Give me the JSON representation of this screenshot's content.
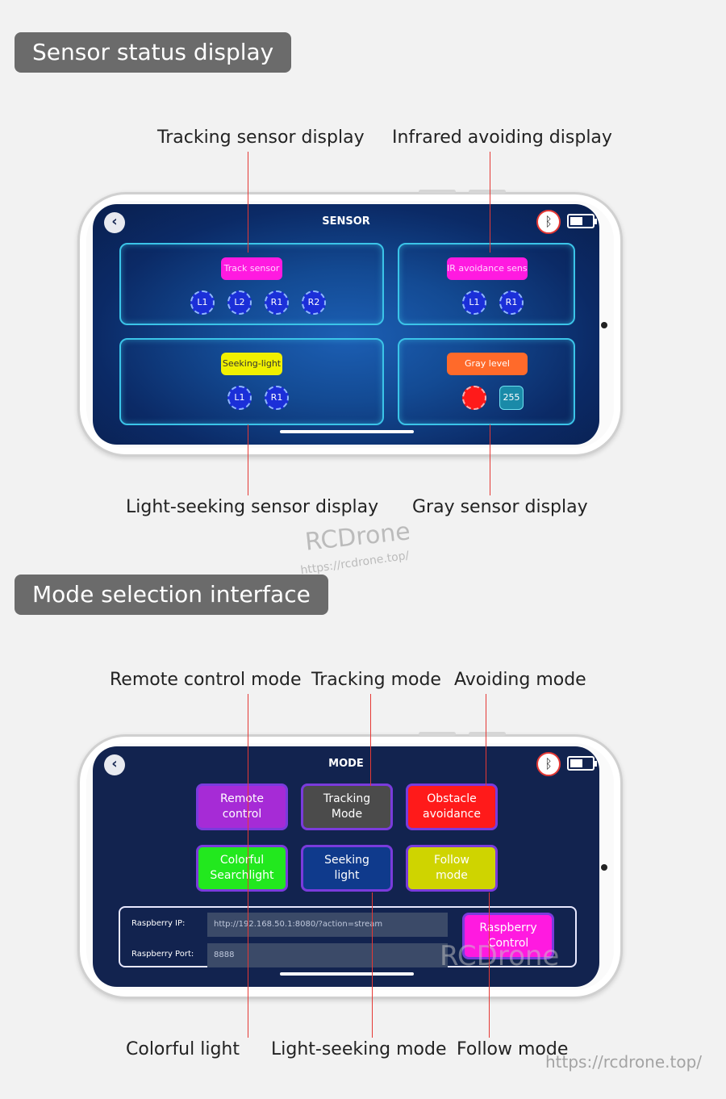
{
  "sections": {
    "sensor_title": "Sensor status display",
    "mode_title": "Mode selection interface"
  },
  "sensor_callouts": {
    "tracking": "Tracking sensor display",
    "infrared": "Infrared avoiding display",
    "light_seeking": "Light-seeking sensor display",
    "gray": "Gray sensor display"
  },
  "sensor_screen": {
    "title": "SENSOR",
    "track_panel": {
      "label": "Track sensor",
      "color": "#ff1ae0",
      "dots": [
        "L1",
        "L2",
        "R1",
        "R2"
      ]
    },
    "ir_panel": {
      "label": "IR avoidance senso",
      "color": "#ff1ae0",
      "dots": [
        "L1",
        "R1"
      ]
    },
    "seek_panel": {
      "label": "Seeking-light",
      "color": "#f0f000",
      "dots": [
        "L1",
        "R1"
      ]
    },
    "gray_panel": {
      "label": "Gray level",
      "color": "#ff6a2a",
      "value": "255"
    }
  },
  "mode_callouts": {
    "remote": "Remote control mode",
    "tracking": "Tracking mode",
    "avoiding": "Avoiding mode",
    "colorful": "Colorful light",
    "light_seeking": "Light-seeking mode",
    "follow": "Follow mode"
  },
  "mode_screen": {
    "title": "MODE",
    "buttons": [
      {
        "line1": "Remote",
        "line2": "control",
        "color": "#a62bd6"
      },
      {
        "line1": "Tracking",
        "line2": "Mode",
        "color": "#4b4b4b"
      },
      {
        "line1": "Obstacle",
        "line2": "avoidance",
        "color": "#ff1a1a"
      },
      {
        "line1": "Colorful",
        "line2": "Searchlight",
        "color": "#22e81e"
      },
      {
        "line1": "Seeking",
        "line2": "light",
        "color": "#0f3a8c"
      },
      {
        "line1": "Follow",
        "line2": "mode",
        "color": "#cfd400"
      }
    ],
    "rpi": {
      "ip_label": "Raspberry IP:",
      "ip_value": "http://192.168.50.1:8080/?action=stream",
      "port_label": "Raspberry Port:",
      "port_value": "8888",
      "button_line1": "Raspberry",
      "button_line2": "Control"
    }
  },
  "watermarks": {
    "brand": "RCDrone",
    "url_small": "https://rcdrone.top/",
    "brand_screen": "RCDrone",
    "url_corner": "https://rcdrone.top/"
  }
}
